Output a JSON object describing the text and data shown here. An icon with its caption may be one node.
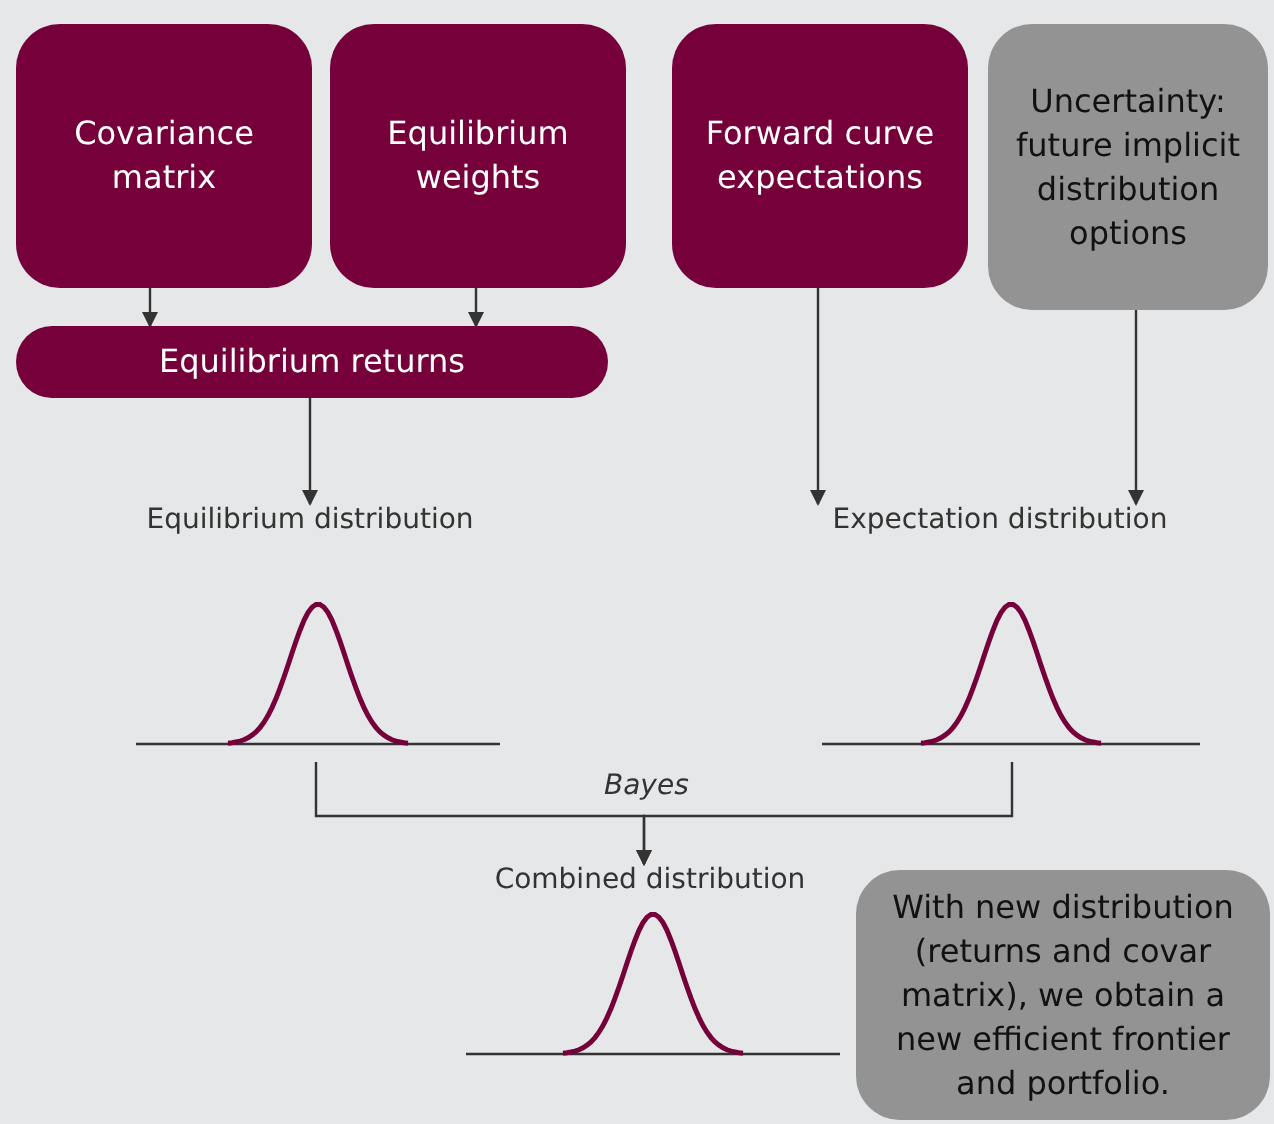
{
  "diagram": {
    "nodes": [
      {
        "text": [
          "Covariance matrix"
        ]
      },
      {
        "text": [
          "Equilibrium weights"
        ]
      },
      {
        "text": [
          "Forward curve expectations"
        ]
      },
      {
        "text": [
          "Uncertainty: future implicit distribution options"
        ]
      },
      {
        "text": [
          "Equilibrium returns"
        ]
      },
      {
        "text": [
          "Equilibrium distribution"
        ]
      },
      {
        "text": [
          "Expectation distribution"
        ]
      },
      {
        "text": [
          "Combined distribution"
        ]
      },
      {
        "text": [
          "With new distribution (returns and covar matrix), we obtain a new efficient frontier and portfolio."
        ]
      }
    ],
    "edges": [
      {
        "from": 0,
        "to": 4,
        "arrow": "to"
      },
      {
        "from": 1,
        "to": 4,
        "arrow": "to"
      },
      {
        "from": 4,
        "to": 5,
        "arrow": "to"
      },
      {
        "from": 2,
        "to": 6,
        "arrow": "to"
      },
      {
        "from": 3,
        "to": 6,
        "arrow": "to"
      },
      {
        "from": 5,
        "to": 7,
        "arrow": "to",
        "label": "Bayes"
      },
      {
        "from": 6,
        "to": 7,
        "arrow": "to"
      }
    ]
  }
}
